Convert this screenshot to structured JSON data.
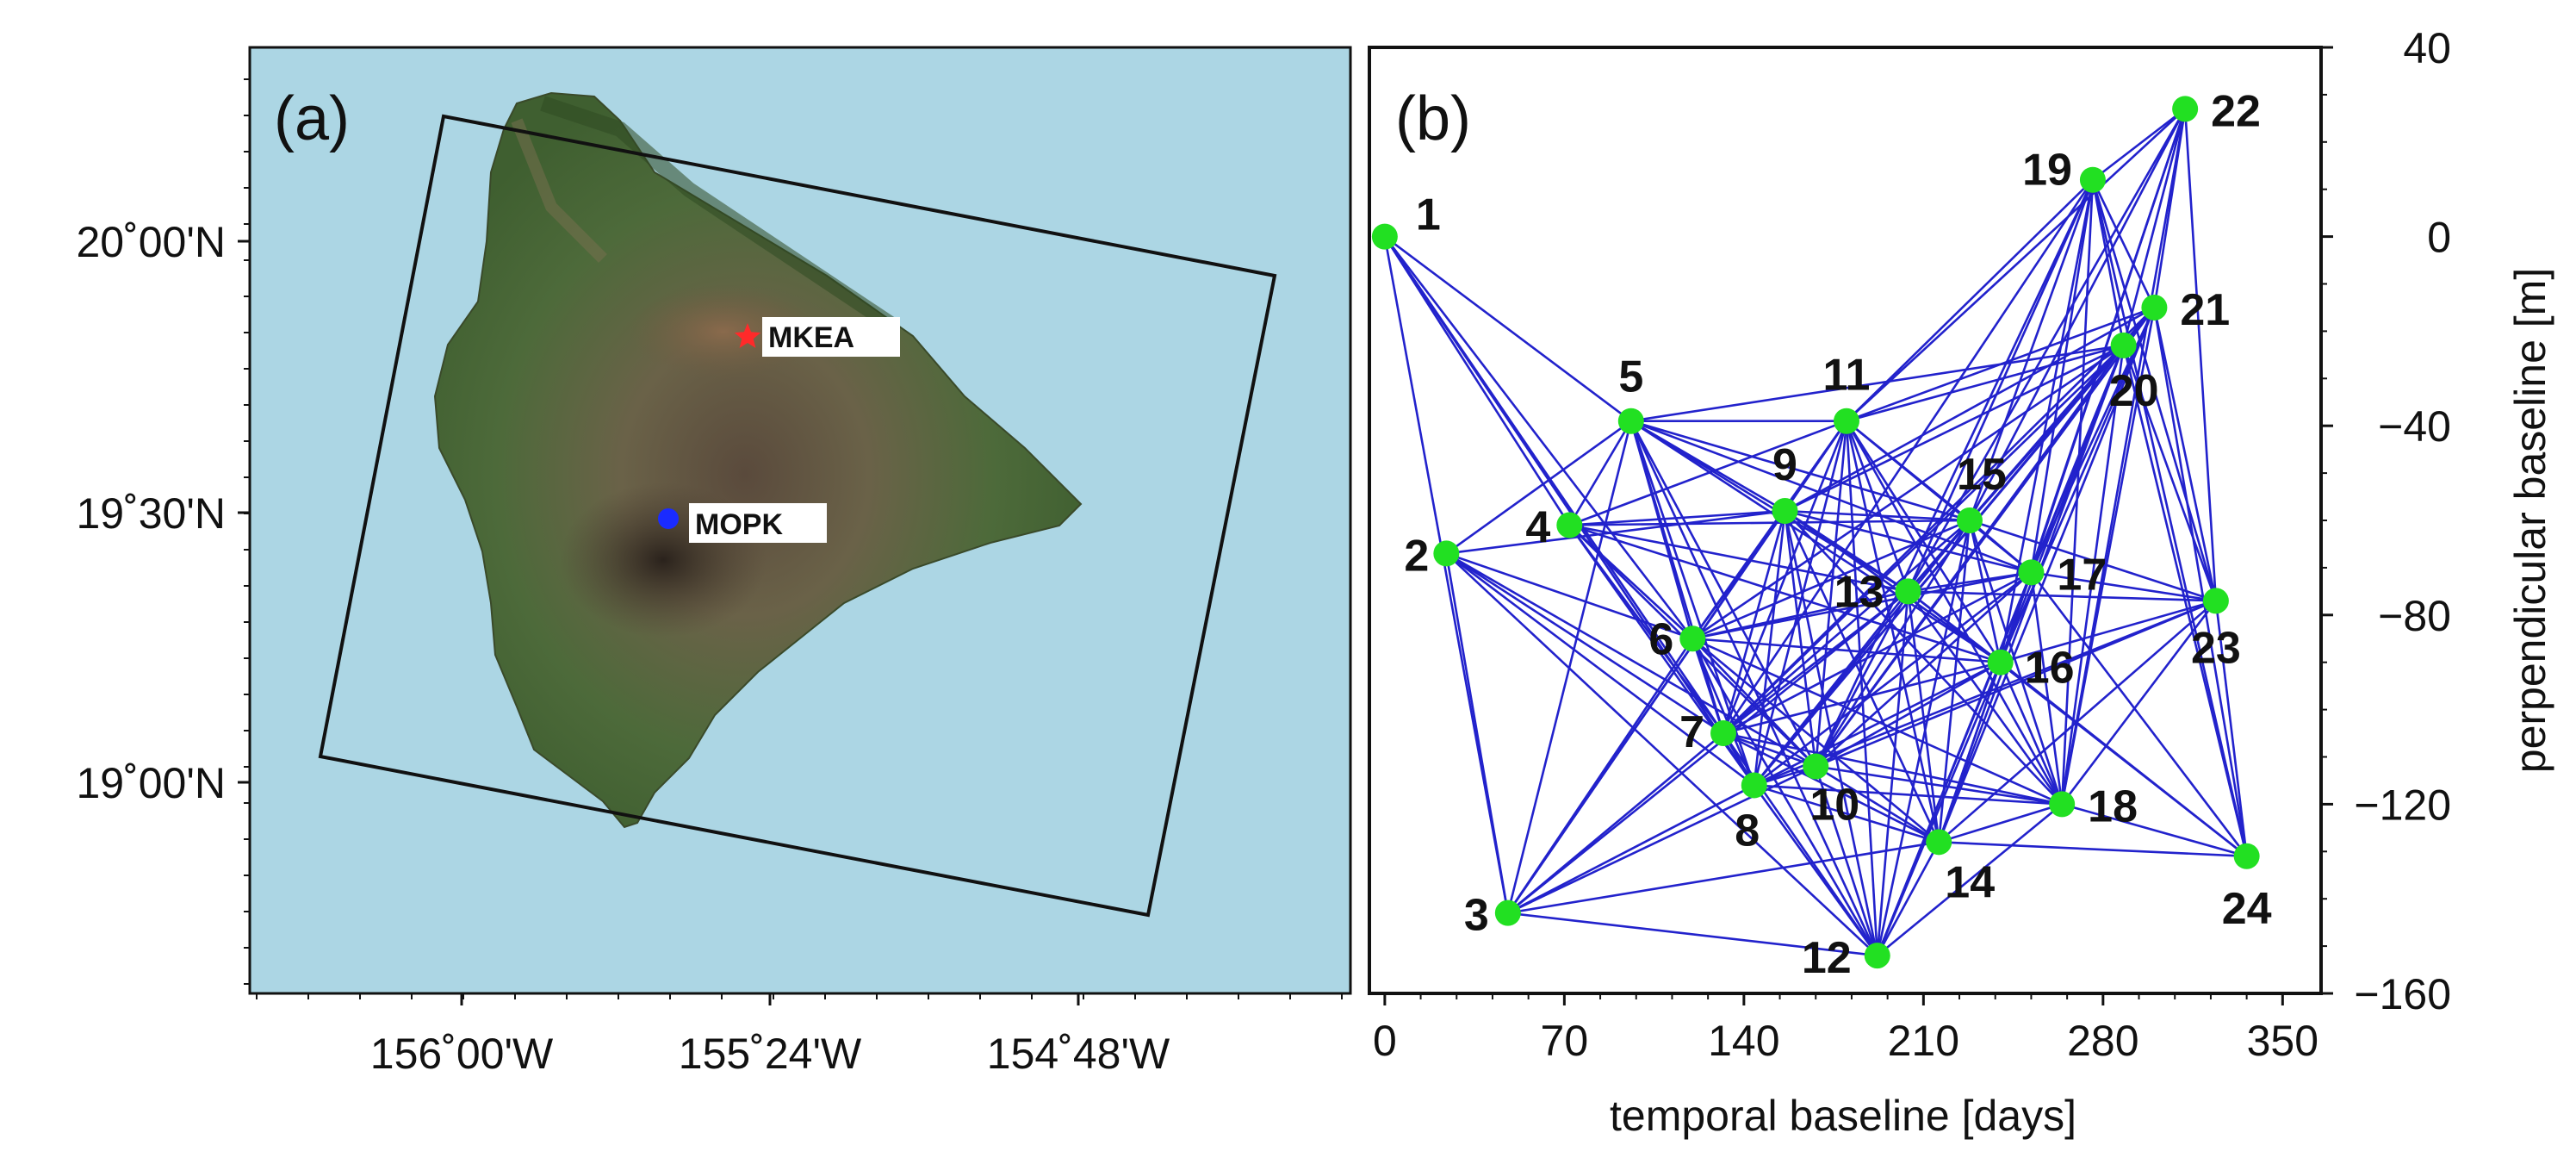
{
  "panels": {
    "a": {
      "label": "(a)",
      "lat_labels": [
        "20˚00'N",
        "19˚30'N",
        "19˚00'N"
      ],
      "lon_labels": [
        "156˚00'W",
        "155˚24'W",
        "154˚48'W"
      ],
      "stations": [
        {
          "name": "MKEA",
          "marker": "star",
          "color": "#ff2a2a"
        },
        {
          "name": "MOPK",
          "marker": "circle",
          "color": "#1a2bff"
        }
      ],
      "ocean_color": "#acd6e4",
      "frame_color": "#111111"
    },
    "b": {
      "label": "(b)"
    }
  },
  "chart_data": {
    "type": "scatter",
    "title": "",
    "xlabel": "temporal baseline [days]",
    "ylabel": "perpendicular baseline [m]",
    "xlim": [
      -6,
      365
    ],
    "ylim": [
      -160,
      40
    ],
    "xticks": [
      0,
      70,
      140,
      210,
      280,
      350
    ],
    "yticks": [
      40,
      0,
      -40,
      -80,
      -120,
      -160
    ],
    "yaxis_side": "right",
    "marker_color": "#22e022",
    "edge_color": "#2222cc",
    "points": [
      {
        "id": "1",
        "x": 0,
        "y": 0
      },
      {
        "id": "2",
        "x": 24,
        "y": -67
      },
      {
        "id": "3",
        "x": 48,
        "y": -143
      },
      {
        "id": "4",
        "x": 72,
        "y": -61
      },
      {
        "id": "5",
        "x": 96,
        "y": -39
      },
      {
        "id": "6",
        "x": 120,
        "y": -85
      },
      {
        "id": "7",
        "x": 132,
        "y": -105
      },
      {
        "id": "8",
        "x": 144,
        "y": -116
      },
      {
        "id": "9",
        "x": 156,
        "y": -58
      },
      {
        "id": "10",
        "x": 168,
        "y": -112
      },
      {
        "id": "11",
        "x": 180,
        "y": -39
      },
      {
        "id": "12",
        "x": 192,
        "y": -152
      },
      {
        "id": "13",
        "x": 204,
        "y": -75
      },
      {
        "id": "14",
        "x": 216,
        "y": -128
      },
      {
        "id": "15",
        "x": 228,
        "y": -60
      },
      {
        "id": "16",
        "x": 240,
        "y": -90
      },
      {
        "id": "17",
        "x": 252,
        "y": -71
      },
      {
        "id": "18",
        "x": 264,
        "y": -120
      },
      {
        "id": "19",
        "x": 276,
        "y": 12
      },
      {
        "id": "20",
        "x": 288,
        "y": -23
      },
      {
        "id": "21",
        "x": 300,
        "y": -15
      },
      {
        "id": "22",
        "x": 312,
        "y": 27
      },
      {
        "id": "23",
        "x": 324,
        "y": -77
      },
      {
        "id": "24",
        "x": 336,
        "y": -131
      }
    ],
    "edges": [
      [
        1,
        3
      ],
      [
        1,
        4
      ],
      [
        1,
        5
      ],
      [
        1,
        6
      ],
      [
        1,
        7
      ],
      [
        1,
        8
      ],
      [
        2,
        3
      ],
      [
        2,
        5
      ],
      [
        2,
        6
      ],
      [
        2,
        7
      ],
      [
        2,
        8
      ],
      [
        2,
        9
      ],
      [
        2,
        10
      ],
      [
        2,
        12
      ],
      [
        3,
        5
      ],
      [
        3,
        6
      ],
      [
        3,
        7
      ],
      [
        3,
        8
      ],
      [
        3,
        9
      ],
      [
        3,
        10
      ],
      [
        3,
        11
      ],
      [
        3,
        12
      ],
      [
        3,
        13
      ],
      [
        3,
        14
      ],
      [
        4,
        5
      ],
      [
        4,
        6
      ],
      [
        4,
        7
      ],
      [
        4,
        8
      ],
      [
        4,
        9
      ],
      [
        4,
        10
      ],
      [
        4,
        11
      ],
      [
        4,
        13
      ],
      [
        4,
        15
      ],
      [
        4,
        16
      ],
      [
        5,
        6
      ],
      [
        5,
        7
      ],
      [
        5,
        8
      ],
      [
        5,
        9
      ],
      [
        5,
        10
      ],
      [
        5,
        11
      ],
      [
        5,
        12
      ],
      [
        5,
        13
      ],
      [
        5,
        15
      ],
      [
        5,
        16
      ],
      [
        5,
        17
      ],
      [
        5,
        20
      ],
      [
        6,
        7
      ],
      [
        6,
        8
      ],
      [
        6,
        9
      ],
      [
        6,
        10
      ],
      [
        6,
        11
      ],
      [
        6,
        12
      ],
      [
        6,
        13
      ],
      [
        6,
        14
      ],
      [
        6,
        15
      ],
      [
        6,
        16
      ],
      [
        6,
        17
      ],
      [
        6,
        18
      ],
      [
        6,
        20
      ],
      [
        7,
        8
      ],
      [
        7,
        9
      ],
      [
        7,
        10
      ],
      [
        7,
        11
      ],
      [
        7,
        12
      ],
      [
        7,
        13
      ],
      [
        7,
        14
      ],
      [
        7,
        15
      ],
      [
        7,
        16
      ],
      [
        7,
        17
      ],
      [
        7,
        18
      ],
      [
        7,
        19
      ],
      [
        7,
        20
      ],
      [
        7,
        21
      ],
      [
        8,
        9
      ],
      [
        8,
        10
      ],
      [
        8,
        11
      ],
      [
        8,
        12
      ],
      [
        8,
        13
      ],
      [
        8,
        14
      ],
      [
        8,
        15
      ],
      [
        8,
        16
      ],
      [
        8,
        17
      ],
      [
        8,
        18
      ],
      [
        8,
        20
      ],
      [
        8,
        21
      ],
      [
        8,
        23
      ],
      [
        9,
        10
      ],
      [
        9,
        11
      ],
      [
        9,
        12
      ],
      [
        9,
        13
      ],
      [
        9,
        14
      ],
      [
        9,
        15
      ],
      [
        9,
        16
      ],
      [
        9,
        17
      ],
      [
        9,
        18
      ],
      [
        9,
        20
      ],
      [
        9,
        21
      ],
      [
        10,
        11
      ],
      [
        10,
        12
      ],
      [
        10,
        13
      ],
      [
        10,
        14
      ],
      [
        10,
        15
      ],
      [
        10,
        16
      ],
      [
        10,
        17
      ],
      [
        10,
        18
      ],
      [
        10,
        19
      ],
      [
        10,
        20
      ],
      [
        10,
        21
      ],
      [
        10,
        23
      ],
      [
        11,
        12
      ],
      [
        11,
        13
      ],
      [
        11,
        14
      ],
      [
        11,
        15
      ],
      [
        11,
        16
      ],
      [
        11,
        17
      ],
      [
        11,
        18
      ],
      [
        11,
        19
      ],
      [
        11,
        20
      ],
      [
        11,
        21
      ],
      [
        11,
        22
      ],
      [
        12,
        13
      ],
      [
        12,
        14
      ],
      [
        12,
        15
      ],
      [
        12,
        16
      ],
      [
        12,
        17
      ],
      [
        12,
        18
      ],
      [
        12,
        20
      ],
      [
        13,
        14
      ],
      [
        13,
        15
      ],
      [
        13,
        16
      ],
      [
        13,
        17
      ],
      [
        13,
        18
      ],
      [
        13,
        19
      ],
      [
        13,
        20
      ],
      [
        13,
        21
      ],
      [
        13,
        22
      ],
      [
        13,
        23
      ],
      [
        13,
        24
      ],
      [
        14,
        15
      ],
      [
        14,
        16
      ],
      [
        14,
        17
      ],
      [
        14,
        18
      ],
      [
        14,
        20
      ],
      [
        14,
        21
      ],
      [
        14,
        23
      ],
      [
        14,
        24
      ],
      [
        15,
        16
      ],
      [
        15,
        17
      ],
      [
        15,
        18
      ],
      [
        15,
        19
      ],
      [
        15,
        20
      ],
      [
        15,
        21
      ],
      [
        15,
        22
      ],
      [
        15,
        23
      ],
      [
        16,
        17
      ],
      [
        16,
        18
      ],
      [
        16,
        19
      ],
      [
        16,
        20
      ],
      [
        16,
        21
      ],
      [
        16,
        22
      ],
      [
        16,
        23
      ],
      [
        16,
        24
      ],
      [
        17,
        18
      ],
      [
        17,
        19
      ],
      [
        17,
        20
      ],
      [
        17,
        21
      ],
      [
        17,
        22
      ],
      [
        17,
        23
      ],
      [
        17,
        24
      ],
      [
        18,
        19
      ],
      [
        18,
        20
      ],
      [
        18,
        21
      ],
      [
        18,
        22
      ],
      [
        18,
        23
      ],
      [
        18,
        24
      ],
      [
        19,
        20
      ],
      [
        19,
        21
      ],
      [
        19,
        22
      ],
      [
        19,
        23
      ],
      [
        19,
        24
      ],
      [
        20,
        21
      ],
      [
        20,
        22
      ],
      [
        20,
        23
      ],
      [
        20,
        24
      ],
      [
        21,
        22
      ],
      [
        21,
        23
      ],
      [
        21,
        24
      ],
      [
        22,
        23
      ],
      [
        23,
        24
      ]
    ]
  }
}
